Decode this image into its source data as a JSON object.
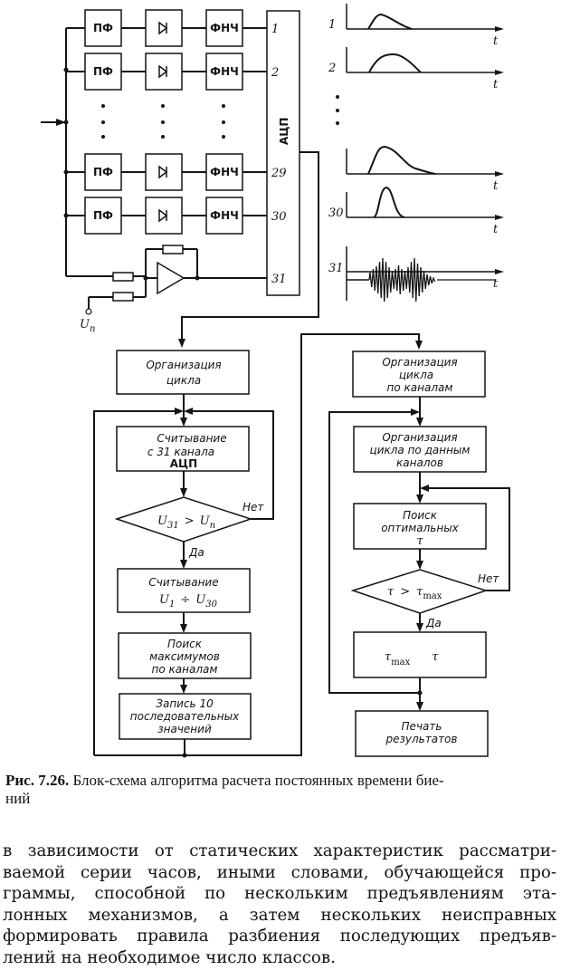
{
  "figure": {
    "channels": [
      {
        "num": "1",
        "blocks": [
          "ПФ",
          "diode",
          "ФНЧ"
        ]
      },
      {
        "num": "2",
        "blocks": [
          "ПФ",
          "diode",
          "ФНЧ"
        ]
      },
      {
        "num": "29",
        "blocks": [
          "ПФ",
          "diode",
          "ФНЧ"
        ]
      },
      {
        "num": "30",
        "blocks": [
          "ПФ",
          "diode",
          "ФНЧ"
        ]
      }
    ],
    "pf_label": "ПФ",
    "fnch_label": "ФНЧ",
    "adc_label": "АЦП",
    "amp_channel_num": "31",
    "input_terminal_label": "U",
    "input_terminal_sub": "п",
    "waveforms": [
      {
        "num": "1",
        "axis": "t",
        "shape": "skewed-pulse"
      },
      {
        "num": "2",
        "axis": "t",
        "shape": "broad-pulse"
      },
      {
        "num": "",
        "axis": "t",
        "shape": "skewed-pulse-long-tail"
      },
      {
        "num": "30",
        "axis": "t",
        "shape": "narrow-pulse"
      },
      {
        "num": "31",
        "axis": "t",
        "shape": "oscillation-burst"
      }
    ],
    "flow_left": {
      "org_cycle": [
        "Организация",
        "цикла"
      ],
      "read31": [
        "Считывание",
        "с 31 канала",
        "АЦП"
      ],
      "decision": {
        "lhs": "U",
        "lhs_sub": "31",
        "op": ">",
        "rhs": "U",
        "rhs_sub": "п",
        "no": "Нет",
        "yes": "Да"
      },
      "read_1_30": {
        "title": "Считывание",
        "lhs": "U",
        "lhs_sub": "1",
        "op": "÷",
        "rhs": "U",
        "rhs_sub": "30"
      },
      "search_max": [
        "Поиск",
        "максимумов",
        "по каналам"
      ],
      "write10": [
        "Запись 10",
        "последовательных",
        "значений"
      ]
    },
    "flow_right": {
      "org_cycle_channels": [
        "Организация",
        "цикла",
        "по каналам"
      ],
      "org_cycle_data": [
        "Организация",
        "цикла по данным",
        "каналов"
      ],
      "search_opt": [
        "Поиск",
        "оптимальных",
        "τ"
      ],
      "decision": {
        "lhs": "τ",
        "op": ">",
        "rhs": "τ",
        "rhs_sub": "max",
        "no": "Нет",
        "yes": "Да"
      },
      "assign": {
        "lhs": "τ",
        "lhs_sub": "max",
        "rhs": "τ"
      },
      "print": [
        "Печать",
        "результатов"
      ]
    }
  },
  "caption": {
    "label": "Рис. 7.26.",
    "text": "Блок-схема алгоритма расчета постоянных времени бие-",
    "text_cont": "ний"
  },
  "body_lines": [
    "в зависимости от статических характеристик рассматри-",
    "ваемой серии часов, иными словами, обучающейся про-",
    "граммы, способной по нескольким предъявлениям эта-",
    "лонных механизмов, а затем нескольких неисправных",
    "формировать правила разбиения последующих предъяв-",
    "лений на необходимое число классов."
  ]
}
